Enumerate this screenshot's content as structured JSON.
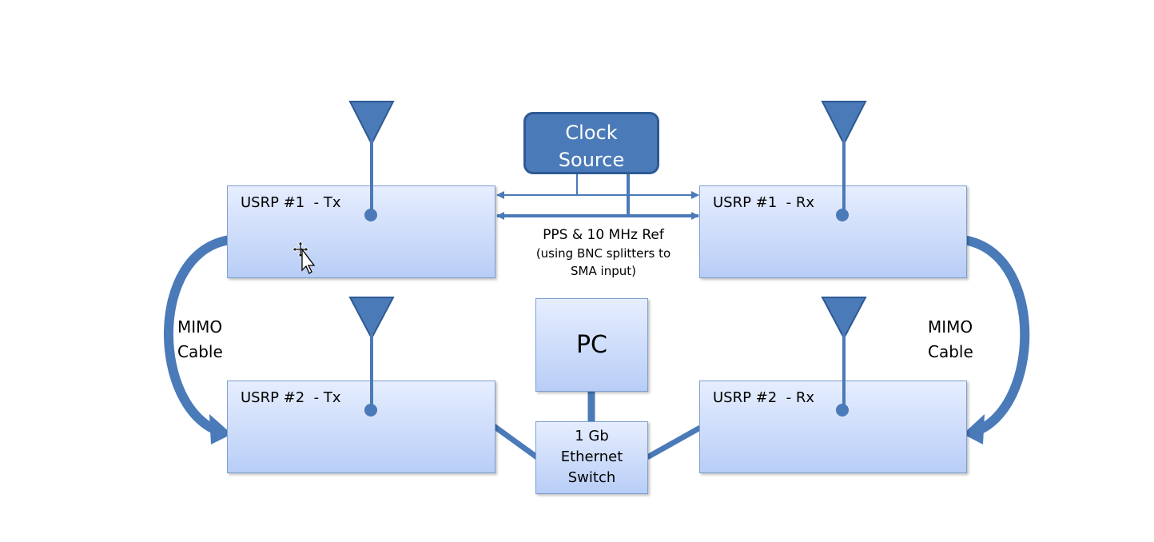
{
  "blocks": {
    "usrp1_tx": "USRP #1  - Tx",
    "usrp1_rx": "USRP #1  - Rx",
    "usrp2_tx": "USRP #2  - Tx",
    "usrp2_rx": "USRP #2  - Rx"
  },
  "clock_source": {
    "line1": "Clock",
    "line2": "Source"
  },
  "pc": {
    "label": "PC"
  },
  "switch": {
    "line1": "1 Gb",
    "line2": "Ethernet",
    "line3": "Switch"
  },
  "pps_caption": {
    "line1": "PPS & 10  MHz Ref",
    "line2": "(using BNC splitters to",
    "line3": "SMA input)"
  },
  "mimo_left": {
    "line1": "MIMO",
    "line2": "Cable"
  },
  "mimo_right": {
    "line1": "MIMO",
    "line2": "Cable"
  },
  "colors": {
    "line": "#4a7ab8",
    "clock_fill": "#4a7ab8",
    "block_top": "#e6eeff",
    "block_bottom": "#b8cdf6"
  }
}
